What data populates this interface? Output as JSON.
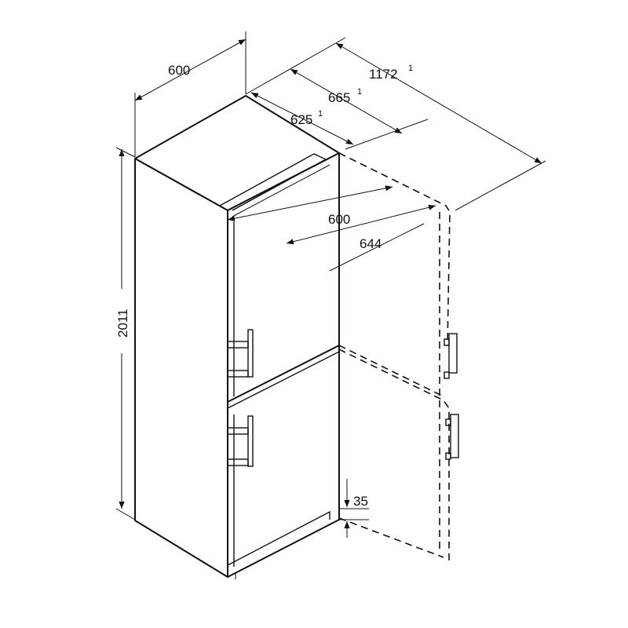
{
  "dimensions": {
    "width": {
      "value": "600"
    },
    "depth_total": {
      "value": "1172",
      "note": "1"
    },
    "depth_with_handle": {
      "value": "665",
      "note": "1"
    },
    "depth_body": {
      "value": "625",
      "note": "1"
    },
    "door_width": {
      "value": "600"
    },
    "door_open_depth": {
      "value": "644"
    },
    "height": {
      "value": "2011"
    },
    "feet_height": {
      "value": "35"
    }
  }
}
